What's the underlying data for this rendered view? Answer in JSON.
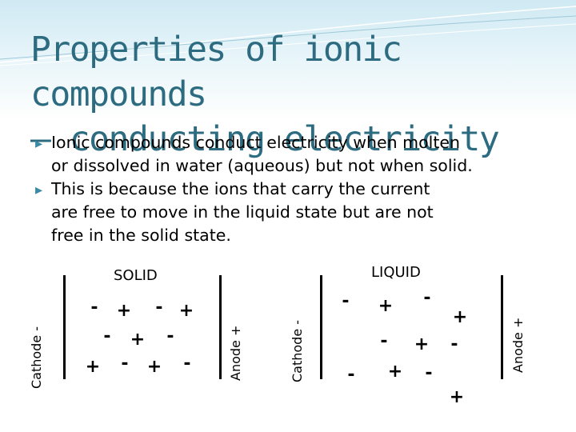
{
  "slide": {
    "title_line1": "Properties of ionic compounds",
    "title_line2": "– conducting electricity",
    "bullets": [
      {
        "line1": "Ionic compounds conduct electricity when molten",
        "line2": "or dissolved in water (aqueous) but not when solid."
      },
      {
        "line1": "This is because the ions that carry the current",
        "line2": "are free to move in the liquid state but are not",
        "line3": "free in the solid state."
      }
    ]
  },
  "diagram": {
    "solid_label": "SOLID",
    "liquid_label": "LIQUID",
    "solid_cathode_label": "Cathode -",
    "solid_anode_label": "Anode +",
    "liquid_cathode_label": "Cathode -",
    "liquid_anode_label": "Anode +",
    "solid_ions": [
      "-",
      "+",
      "-",
      "+",
      "-",
      "+",
      "-",
      "+",
      "-",
      "+",
      "-"
    ],
    "liquid_ions": [
      "-",
      "+",
      "-",
      "+",
      "-",
      "+",
      "-",
      "-",
      "+",
      "-",
      "+"
    ]
  },
  "colors": {
    "title": "#2d6c80",
    "accent": "#3a8aa5",
    "header_band": "#cfe9f3"
  }
}
